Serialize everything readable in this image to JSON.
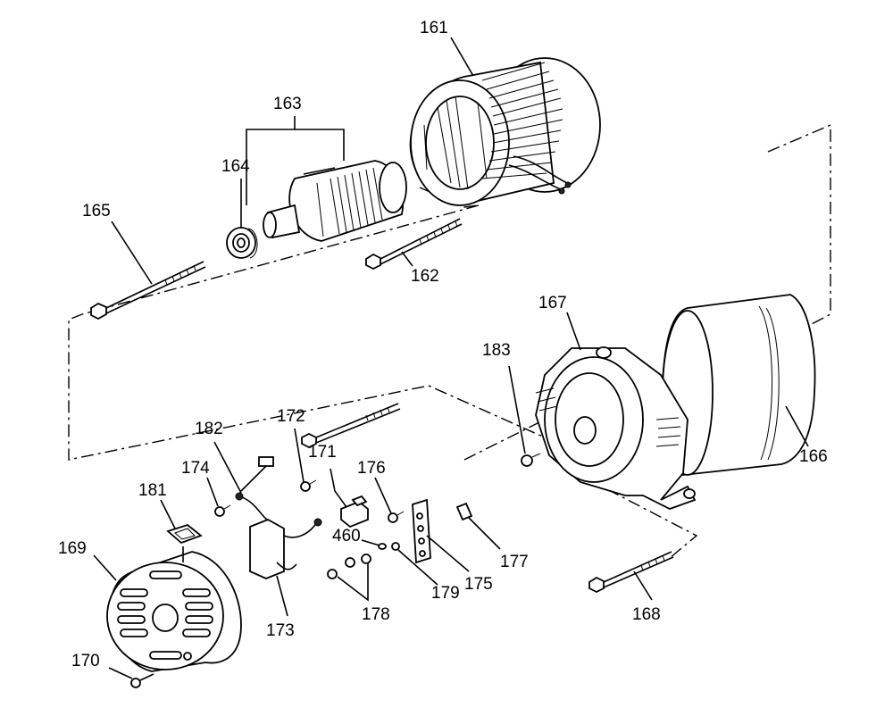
{
  "labels": {
    "l161": "161",
    "l162": "162",
    "l163": "163",
    "l164": "164",
    "l165": "165",
    "l166": "166",
    "l167": "167",
    "l168": "168",
    "l169": "169",
    "l170": "170",
    "l171": "171",
    "l172": "172",
    "l173": "173",
    "l174": "174",
    "l175": "175",
    "l176": "176",
    "l177": "177",
    "l178": "178",
    "l179": "179",
    "l181": "181",
    "l182": "182",
    "l183": "183",
    "l460": "460"
  }
}
